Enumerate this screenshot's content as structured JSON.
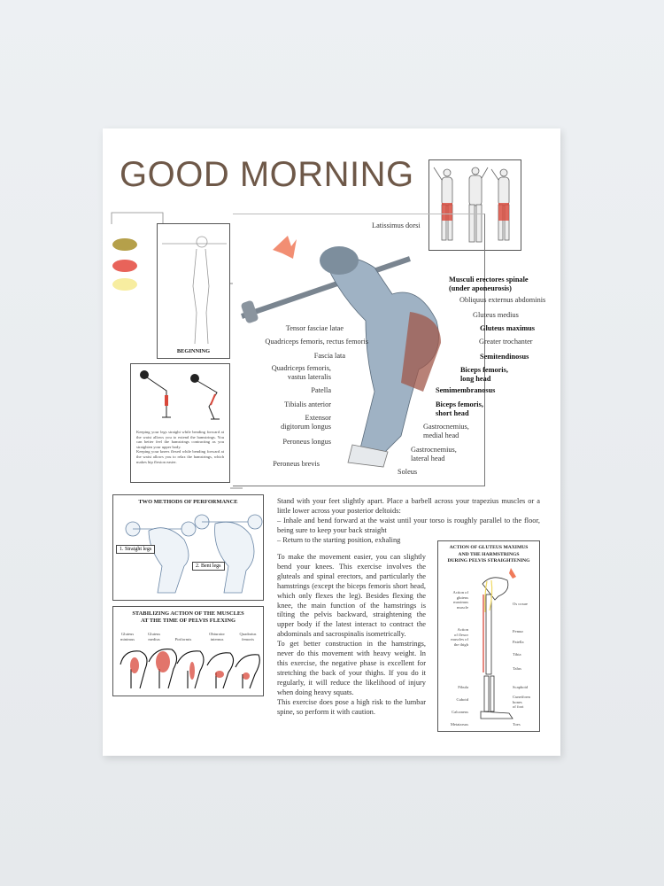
{
  "title": "GOOD MORNING",
  "colors": {
    "title": "#6e5848",
    "dot_olive": "#b5a04a",
    "dot_red": "#e8635a",
    "dot_yellow": "#f7eda0",
    "muscle_red": "#d9473a",
    "arrow": "#f07a5a"
  },
  "beginning_label": "BEGINNING",
  "main_labels": {
    "left": [
      "Tensor fasciae latae",
      "Quadriceps femoris, rectus femoris",
      "Fascia lata",
      "Quadriceps femoris,\nvastus lateralis",
      "Patella",
      "Tibialis anterior",
      "Extensor\ndigitorum longus",
      "Peroneus longus",
      "Peroneus brevis"
    ],
    "right": [
      "Latissimus dorsi",
      "Musculi erectores spinale\n(under aponeurosis)",
      "Obliquus externus abdominis",
      "Gluteus medius",
      "Gluteus maximus",
      "Greater trochanter",
      "Semitendinosus",
      "Biceps femoris,\nlong head",
      "Semimembranosus",
      "Biceps femoris,\nshort head",
      "Gastrocnemius,\nmedial head",
      "Gastrocnemius,\nlateral head",
      "Soleus"
    ]
  },
  "leg_note": "Keeping your legs straight while bending forward at the waist allows you to extend the hamstrings. You can better feel the hamstrings contracting as you straighten your upper body.\nKeeping your knees flexed while bending forward at the waist allows you to relax the hamstrings, which makes hip flexion easier.",
  "two_methods": {
    "title": "TWO METHODS OF PERFORMANCE",
    "m1": "1. Straight legs",
    "m2": "2. Bent legs"
  },
  "stabilizing": {
    "title": "STABILIZING ACTION OF THE MUSCLES\nAT THE TIME OF PELVIS FLEXING",
    "muscles": [
      "Gluteus\nminimus",
      "Gluteus\nmedius",
      "Piriformis",
      "Obturator\ninternus",
      "Quadratus\nfemoris"
    ]
  },
  "instructions": {
    "intro": "Stand with your feet slightly apart. Place a barbell across your trapezius muscles or a little lower across your posterior deltoids:",
    "step1": "– Inhale and bend forward at the waist until your torso is roughly parallel to the floor, being sure to keep your back straight",
    "step2": "– Return to the starting position, exhaling",
    "body": "To make the movement easier, you can slightly bend your knees. This exercise involves the gluteals and spinal erectors, and particularly the hamstrings (except the biceps femoris short head, which only flexes the leg). Besides flexing the knee, the main function of the hamstrings is tilting the pelvis backward, straightening the upper body if the latest interact to contract the abdominals and sacrospinalis isometrically.",
    "body2": "To get better construction in the hamstrings, never do this movement with heavy weight. In this exercise, the negative phase is excellent for stretching the back of your thighs. If you do it regularly, it will reduce the likelihood of injury when doing heavy squats.",
    "body3": "This exercise does pose a high risk to the lumbar spine, so perform it with caution."
  },
  "action_box": {
    "title": "ACTION OF GLUTEUS MAXIMUS\nAND THE HARMSTRINGS\nDURING PELVIS STRAIGHTENING",
    "left": [
      "Action of\ngluteus\nmaximus\nmuscle",
      "Action\nof flexor\nmuscles of\nthe thigh",
      "Fibula",
      "Cuboid",
      "Calcaneus",
      "Metatarsus"
    ],
    "right": [
      "Os coxae",
      "Femur",
      "Patella",
      "Tibia",
      "Talus",
      "Scaphoid",
      "Cuneiform\nbones\nof foot",
      "Toes"
    ]
  }
}
